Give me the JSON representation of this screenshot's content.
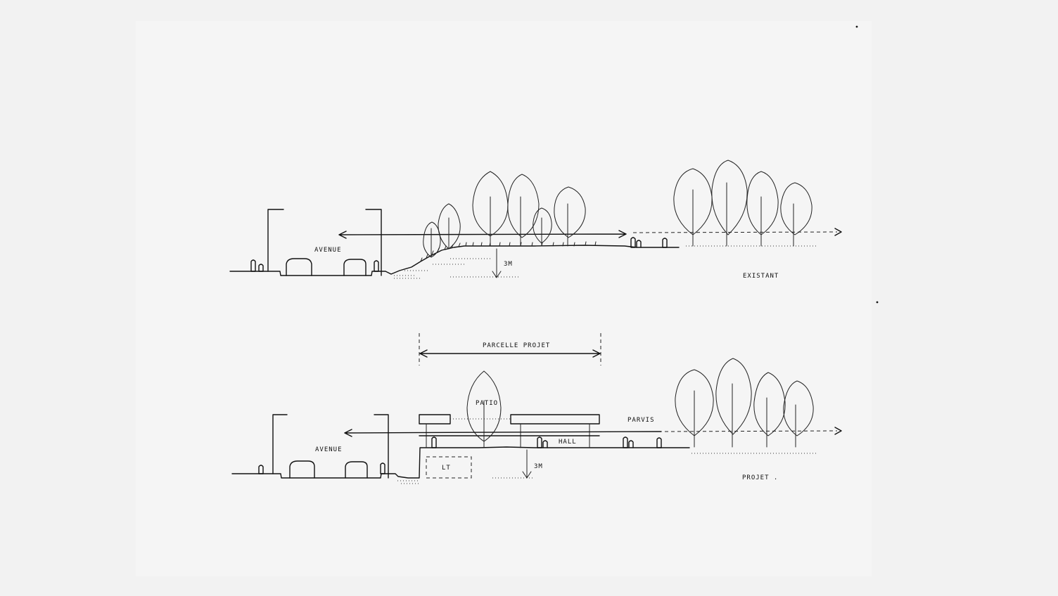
{
  "labels": {
    "avenue_top": "AVENUE",
    "height_top": "3M",
    "existant": "EXISTANT",
    "parcelle": "PARCELLE PROJET",
    "patio": "PATIO",
    "parvis": "PARVIS",
    "avenue_bottom": "AVENUE",
    "hall": "HALL",
    "lt": "LT",
    "height_bottom": "3M",
    "projet": "PROJET ."
  }
}
